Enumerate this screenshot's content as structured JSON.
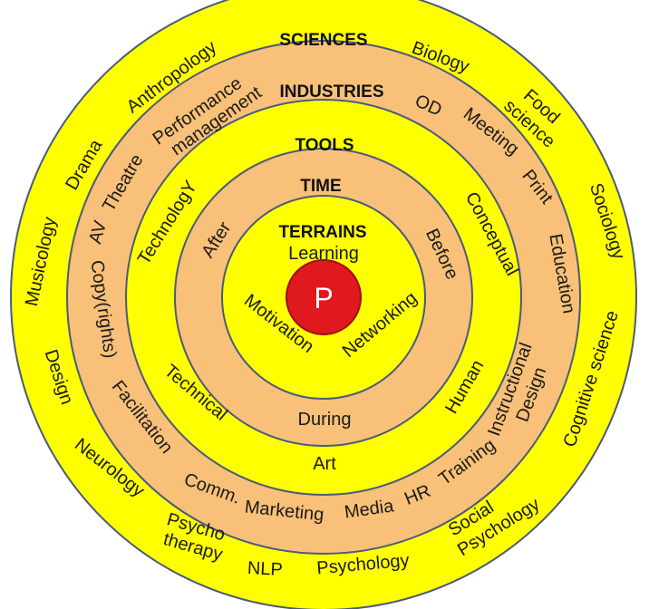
{
  "colors": {
    "yellow": "#ffff00",
    "orange": "#f8c078",
    "ring_stroke": "#4a5a7a",
    "center_fill": "#e0191f",
    "center_stroke": "#9b1010"
  },
  "center": {
    "label": "P"
  },
  "rings": [
    {
      "title": "SCIENCES",
      "items": [
        "Biology",
        "Food science",
        "Sociology",
        "Cognitive science",
        "Social Psychology",
        "Psychology",
        "NLP",
        "Psycho therapy",
        "Neurology",
        "Design",
        "Musicology",
        "Drama",
        "Anthropology"
      ]
    },
    {
      "title": "INDUSTRIES",
      "items": [
        "OD",
        "Meeting",
        "Print",
        "Education",
        "Instructional Design",
        "Training",
        "HR",
        "Media",
        "Marketing",
        "Comm.",
        "Facilitation",
        "Copy(rights)",
        "AV",
        "Theatre",
        "Performance management"
      ]
    },
    {
      "title": "TOOLS",
      "items": [
        "Conceptual",
        "Human",
        "Art",
        "Technical",
        "TechnologY"
      ]
    },
    {
      "title": "TIME",
      "items": [
        "Before",
        "During",
        "After"
      ]
    },
    {
      "title": "TERRAINS",
      "items": [
        "Learning",
        "Networking",
        "Motivation"
      ]
    }
  ]
}
